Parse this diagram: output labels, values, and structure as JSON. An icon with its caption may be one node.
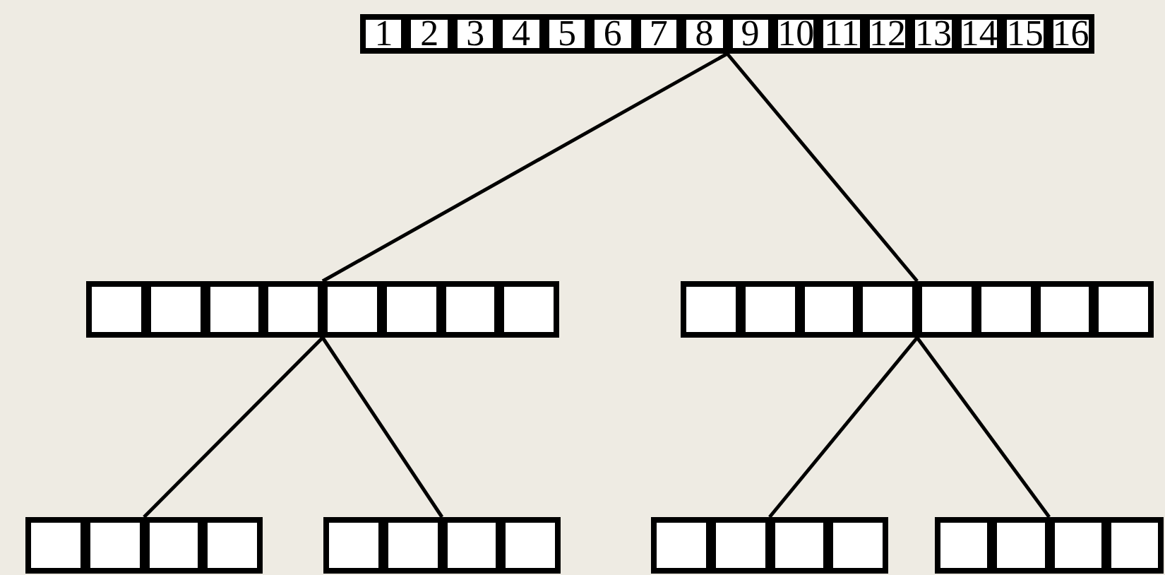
{
  "diagram": {
    "nodes": [
      {
        "text": [],
        "shape": "box"
      },
      {
        "text": [
          "1"
        ],
        "in": 0
      },
      {
        "text": [
          "2"
        ],
        "in": 0
      },
      {
        "text": [
          "3"
        ],
        "in": 0
      },
      {
        "text": [
          "4"
        ],
        "in": 0
      },
      {
        "text": [
          "5"
        ],
        "in": 0
      },
      {
        "text": [
          "6"
        ],
        "in": 0
      },
      {
        "text": [
          "7"
        ],
        "in": 0
      },
      {
        "text": [
          "8"
        ],
        "in": 0
      },
      {
        "text": [
          "9"
        ],
        "in": 0
      },
      {
        "text": [
          "10"
        ],
        "in": 0
      },
      {
        "text": [
          "11"
        ],
        "in": 0
      },
      {
        "text": [
          "12"
        ],
        "in": 0
      },
      {
        "text": [
          "13"
        ],
        "in": 0
      },
      {
        "text": [
          "14"
        ],
        "in": 0
      },
      {
        "text": [
          "15"
        ],
        "in": 0
      },
      {
        "text": [
          "16"
        ],
        "in": 0
      },
      {
        "text": [],
        "shape": "box"
      },
      {
        "text": [],
        "shape": "box",
        "in": 17
      },
      {
        "text": [],
        "shape": "box",
        "in": 17
      },
      {
        "text": [],
        "shape": "box",
        "in": 17
      },
      {
        "text": [],
        "shape": "box",
        "in": 17
      },
      {
        "text": [],
        "shape": "box",
        "in": 17
      },
      {
        "text": [],
        "shape": "box",
        "in": 17
      },
      {
        "text": [],
        "shape": "box",
        "in": 17
      },
      {
        "text": [],
        "shape": "box",
        "in": 17
      },
      {
        "text": [],
        "shape": "box"
      },
      {
        "text": [],
        "shape": "box",
        "in": 26
      },
      {
        "text": [],
        "shape": "box",
        "in": 26
      },
      {
        "text": [],
        "shape": "box",
        "in": 26
      },
      {
        "text": [],
        "shape": "box",
        "in": 26
      },
      {
        "text": [],
        "shape": "box",
        "in": 26
      },
      {
        "text": [],
        "shape": "box",
        "in": 26
      },
      {
        "text": [],
        "shape": "box",
        "in": 26
      },
      {
        "text": [],
        "shape": "box",
        "in": 26
      },
      {
        "text": [],
        "shape": "box"
      },
      {
        "text": [],
        "shape": "box",
        "in": 35
      },
      {
        "text": [],
        "shape": "box",
        "in": 35
      },
      {
        "text": [],
        "shape": "box",
        "in": 35
      },
      {
        "text": [],
        "shape": "box",
        "in": 35
      },
      {
        "text": [],
        "shape": "box"
      },
      {
        "text": [],
        "shape": "box",
        "in": 40
      },
      {
        "text": [],
        "shape": "box",
        "in": 40
      },
      {
        "text": [],
        "shape": "box",
        "in": 40
      },
      {
        "text": [],
        "shape": "box",
        "in": 40
      },
      {
        "text": [],
        "shape": "box"
      },
      {
        "text": [],
        "shape": "box",
        "in": 45
      },
      {
        "text": [],
        "shape": "box",
        "in": 45
      },
      {
        "text": [],
        "shape": "box",
        "in": 45
      },
      {
        "text": [],
        "shape": "box",
        "in": 45
      },
      {
        "text": [],
        "shape": "box"
      },
      {
        "text": [],
        "shape": "box",
        "in": 50
      },
      {
        "text": [],
        "shape": "box",
        "in": 50
      },
      {
        "text": [],
        "shape": "box",
        "in": 50
      },
      {
        "text": [],
        "shape": "box",
        "in": 50
      }
    ],
    "edges": [
      {
        "from": 0,
        "to": 17,
        "arrow": "none"
      },
      {
        "from": 0,
        "to": 26,
        "arrow": "none"
      },
      {
        "from": 17,
        "to": 35,
        "arrow": "none"
      },
      {
        "from": 17,
        "to": 40,
        "arrow": "none"
      },
      {
        "from": 26,
        "to": 45,
        "arrow": "none"
      },
      {
        "from": 26,
        "to": 50,
        "arrow": "none"
      }
    ]
  }
}
